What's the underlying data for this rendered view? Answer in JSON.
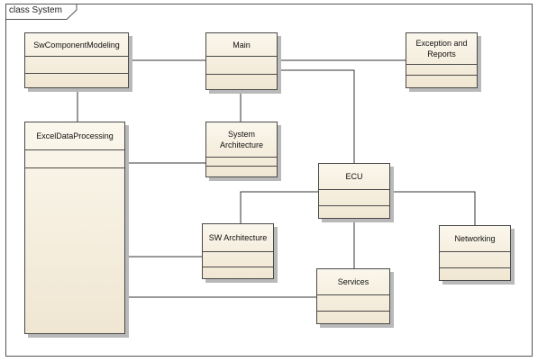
{
  "frame": {
    "title": "class System"
  },
  "classes": {
    "sw_component_modeling": "SwComponentModeling",
    "main": "Main",
    "exception_reports": "Exception and Reports",
    "excel_data_processing": "ExcelDataProcessing",
    "system_architecture": "System Architecture",
    "ecu": "ECU",
    "sw_architecture": "SW Architecture",
    "networking": "Networking",
    "services": "Services"
  },
  "relations": [
    [
      "sw_component_modeling",
      "main"
    ],
    [
      "main",
      "exception_reports"
    ],
    [
      "main",
      "system_architecture"
    ],
    [
      "main",
      "ecu"
    ],
    [
      "sw_component_modeling",
      "excel_data_processing"
    ],
    [
      "excel_data_processing",
      "system_architecture"
    ],
    [
      "ecu",
      "sw_architecture"
    ],
    [
      "ecu",
      "networking"
    ],
    [
      "ecu",
      "services"
    ],
    [
      "excel_data_processing",
      "sw_architecture"
    ],
    [
      "excel_data_processing",
      "services"
    ]
  ]
}
